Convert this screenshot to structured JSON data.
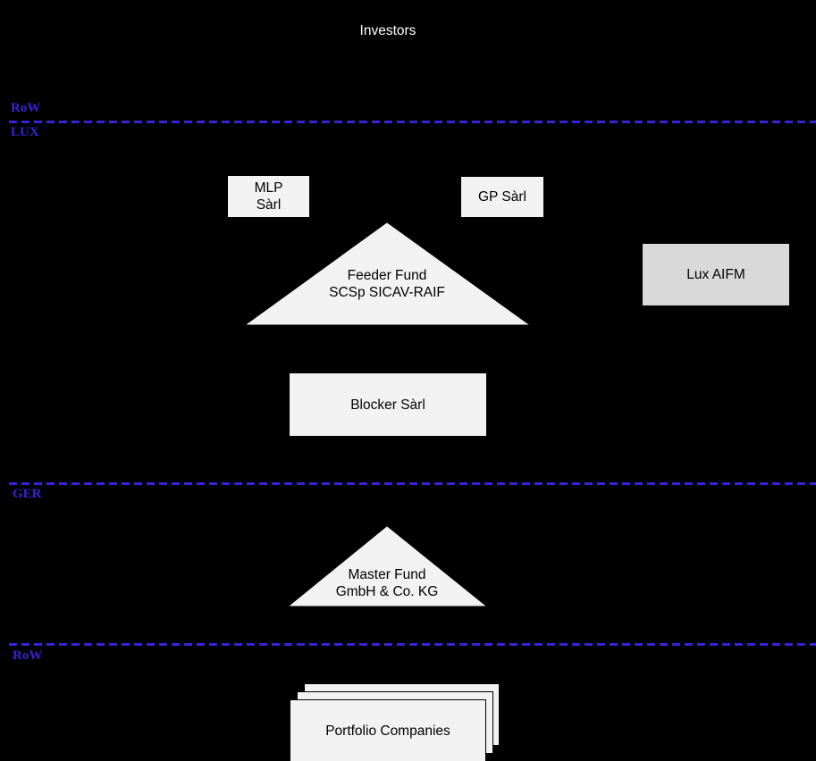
{
  "diagram": {
    "title_text": "Investors",
    "background_color": "#000000",
    "zone_color": "#3a22d8",
    "box_fill": "#f2f2f2",
    "box_fill_alt": "#d9d9d9",
    "zones": [
      {
        "id": "row-top",
        "label": "RoW"
      },
      {
        "id": "lux",
        "label": "LUX"
      },
      {
        "id": "ger",
        "label": "GER"
      },
      {
        "id": "row-bottom",
        "label": "RoW"
      }
    ],
    "nodes": {
      "investors": {
        "label": "Investors"
      },
      "mlp": {
        "label": "MLP\nSàrl"
      },
      "gp": {
        "label": "GP Sàrl"
      },
      "feeder_fund": {
        "label": "Feeder Fund\nSCSp SICAV-RAIF"
      },
      "lux_aifm": {
        "label": "Lux AIFM"
      },
      "blocker": {
        "label": "Blocker Sàrl"
      },
      "master_fund": {
        "label": "Master Fund\nGmbH & Co. KG"
      },
      "portfolio": {
        "label": "Portfolio Companies"
      }
    }
  }
}
